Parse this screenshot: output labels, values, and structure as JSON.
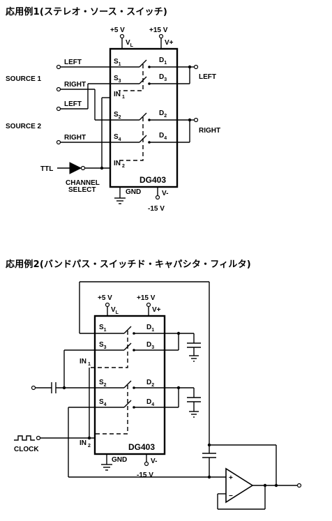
{
  "app1": {
    "title": "応用例1(ステレオ・ソース・スイッチ)",
    "vplus5": "+5 V",
    "vplus15": "+15 V",
    "vl": "V",
    "vl_sub": "L",
    "vplus": "V+",
    "s1": "S",
    "s1n": "1",
    "s3": "S",
    "s3n": "3",
    "s2": "S",
    "s2n": "2",
    "s4": "S",
    "s4n": "4",
    "d1": "D",
    "d1n": "1",
    "d3": "D",
    "d3n": "3",
    "d2": "D",
    "d2n": "2",
    "d4": "D",
    "d4n": "4",
    "in1": "IN",
    "in1n": "1",
    "in2": "IN",
    "in2n": "2",
    "left1": "LEFT",
    "right1": "RIGHT",
    "left2": "LEFT",
    "right2": "RIGHT",
    "source1": "SOURCE 1",
    "source2": "SOURCE 2",
    "out_left": "LEFT",
    "out_right": "RIGHT",
    "ttl": "TTL",
    "channel": "CHANNEL",
    "select": "SELECT",
    "gnd": "GND",
    "vminus": "V-",
    "vminus15": "-15 V",
    "chip": "DG403"
  },
  "app2": {
    "title": "応用例2(バンドパス・スイッチド・キャパシタ・フィルタ)",
    "vplus5": "+5 V",
    "vplus15": "+15 V",
    "vl": "V",
    "vl_sub": "L",
    "vplus": "V+",
    "s1": "S",
    "s1n": "1",
    "s3": "S",
    "s3n": "3",
    "s2": "S",
    "s2n": "2",
    "s4": "S",
    "s4n": "4",
    "d1": "D",
    "d1n": "1",
    "d3": "D",
    "d3n": "3",
    "d2": "D",
    "d2n": "2",
    "d4": "D",
    "d4n": "4",
    "in1": "IN",
    "in1n": "1",
    "in2": "IN",
    "in2n": "2",
    "clock": "CLOCK",
    "gnd": "GND",
    "vminus": "V-",
    "vminus15": "-15 V",
    "chip": "DG403",
    "opamp_plus": "+",
    "opamp_minus": "−"
  }
}
